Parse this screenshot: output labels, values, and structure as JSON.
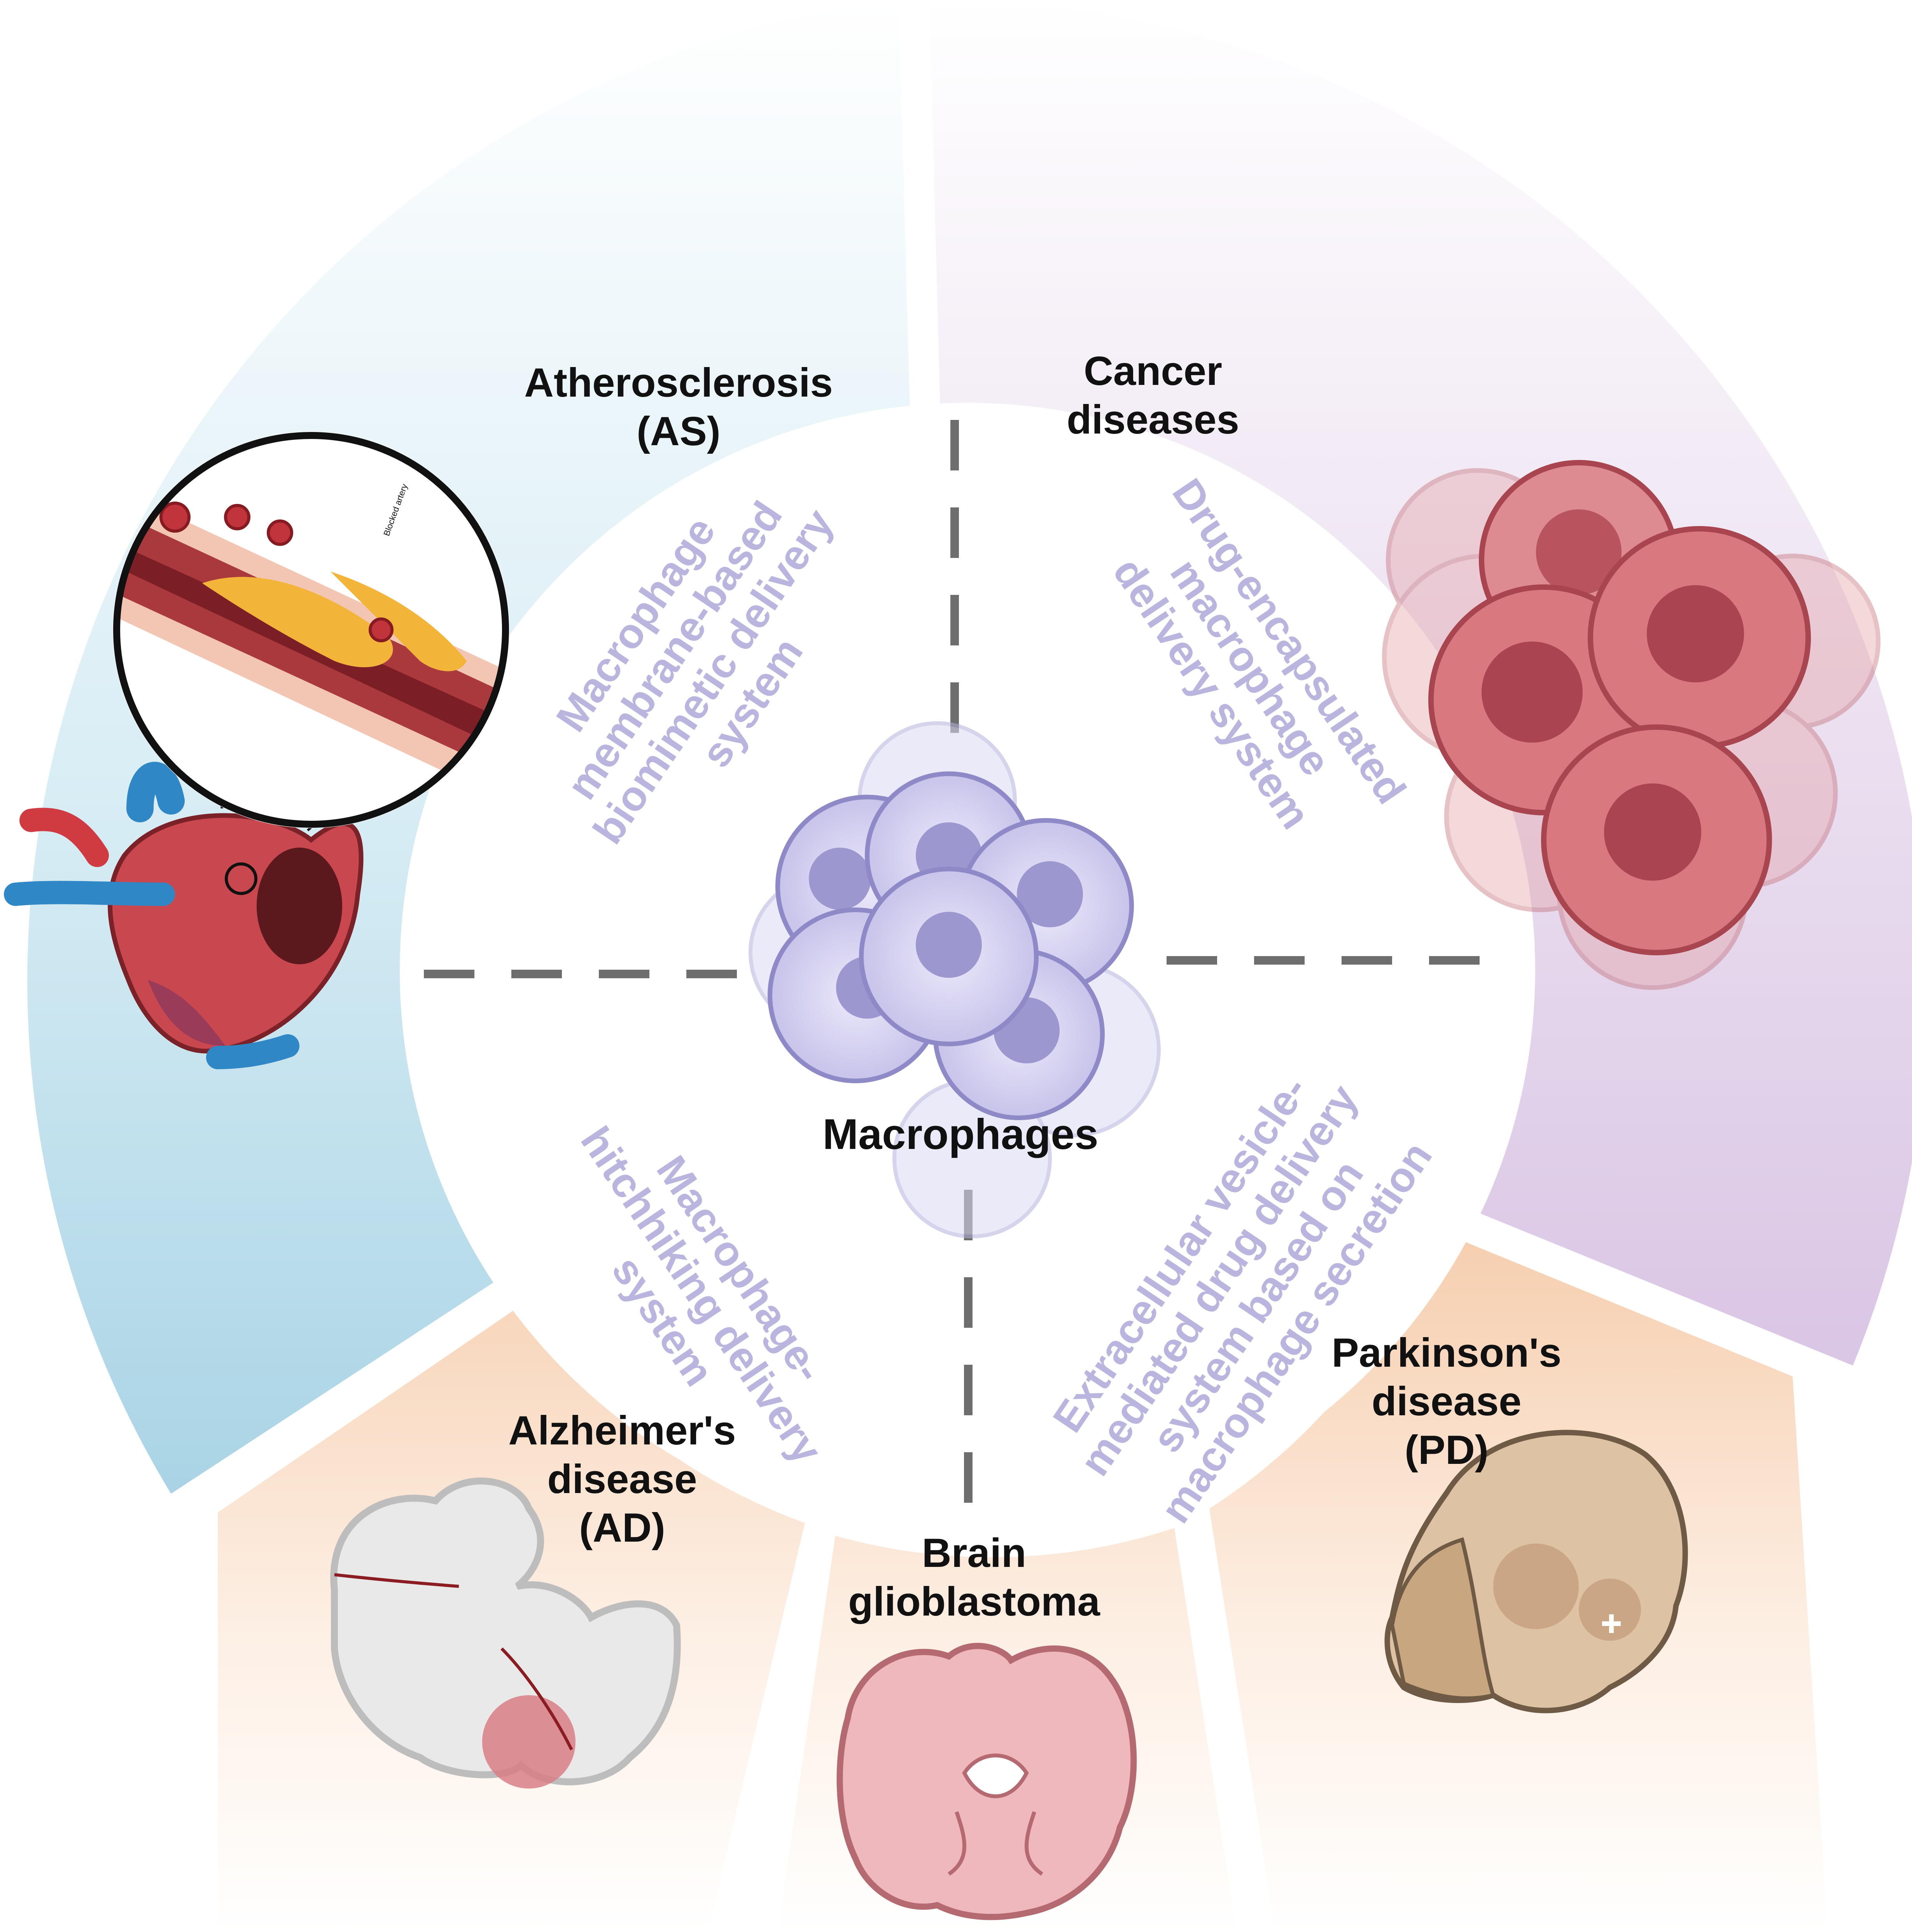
{
  "center": {
    "label": "Macrophages"
  },
  "diseases": {
    "atherosclerosis": {
      "line1": "Atherosclerosis",
      "line2": "(AS)",
      "inset_label": "Blocked artery"
    },
    "cancer": {
      "line1": "Cancer",
      "line2": "diseases"
    },
    "alzheimers": {
      "line1": "Alzheimer's",
      "line2": "disease",
      "line3": "(AD)"
    },
    "glioblastoma": {
      "line1": "Brain",
      "line2": "glioblastoma"
    },
    "parkinsons": {
      "line1": "Parkinson's",
      "line2": "disease",
      "line3": "(PD)"
    }
  },
  "systems": {
    "membrane": {
      "line1": "Macrophage",
      "line2": "membrane-based",
      "line3": "biomimetic delivery",
      "line4": "system"
    },
    "encapsulated": {
      "line1": "Drug-encapsulated",
      "line2": "macrophage",
      "line3": "delivery system"
    },
    "hitchhiking": {
      "line1": "Macrophage-",
      "line2": "hitchhiking delivery",
      "line3": "system"
    },
    "vesicle": {
      "line1": "Extracellular vesicle-",
      "line2": "mediated drug delivery",
      "line3": "system based on",
      "line4": "macrophage secretion"
    }
  },
  "colors": {
    "as_panel": "#b5dbe9",
    "cancer_panel": "#dcc9e6",
    "neuro_panel": "#f7d3b6",
    "system_text": "#b9b5de",
    "divider": "#6e6e6e",
    "macrophage": "#c9c6ec",
    "cancer_cell": "#d2767e"
  }
}
